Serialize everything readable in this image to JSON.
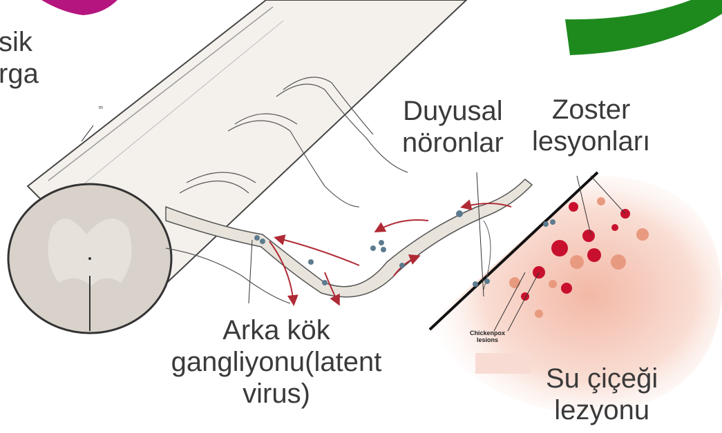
{
  "labels": {
    "left_top": [
      "sik",
      "rga"
    ],
    "sensory_neurons": [
      "Duyusal",
      "nöronlar"
    ],
    "zoster_lesions": [
      "Zoster",
      "lesyonları"
    ],
    "dorsal_root_ganglion": [
      "Arka kök",
      "gangliyonu(latent",
      "virus)"
    ],
    "chickenpox_lesion": [
      "Su çiçeği",
      "lezyonu"
    ],
    "chickenpox_small": [
      "Chickenpox",
      "lesions"
    ],
    "tiny_mark": "m"
  },
  "colors": {
    "magenta_shape": "#b5157f",
    "green_shape": "#1e8a1e",
    "nerve_fill": "#e8e4dc",
    "virus_dot": "#5d7b8f",
    "arrow": "#b02a35",
    "lesion_red": "#c8102e",
    "lesion_pink": "#e89a80",
    "skin_fill": "#f6d6cc"
  }
}
